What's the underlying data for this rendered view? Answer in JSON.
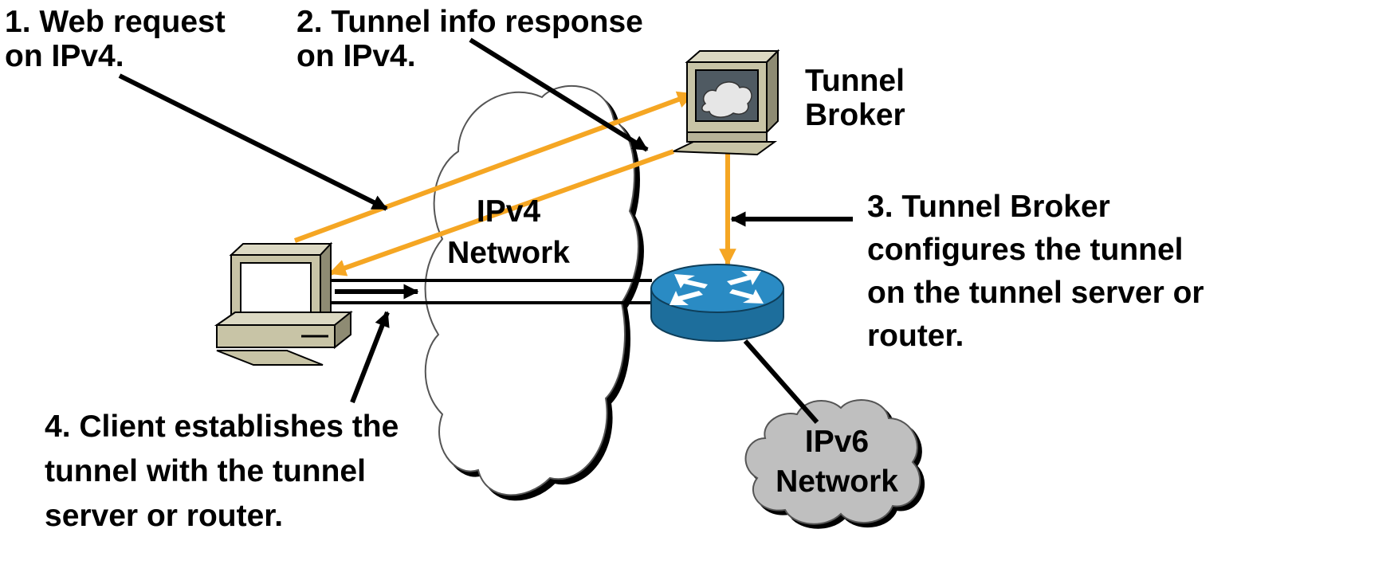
{
  "labels": {
    "step1": [
      "1.  Web request",
      "on IPv4."
    ],
    "step2": [
      "2. Tunnel info response",
      "on IPv4."
    ],
    "tunnel_broker": [
      "Tunnel",
      "Broker"
    ],
    "step3": [
      "3. Tunnel Broker",
      "configures the tunnel",
      "on the tunnel server or",
      "router."
    ],
    "step4": [
      "4. Client establishes the",
      "tunnel with the tunnel",
      "server or router."
    ],
    "ipv4_network": [
      "IPv4",
      "Network"
    ],
    "ipv6_network": [
      "IPv6",
      "Network"
    ]
  },
  "colors": {
    "ipv4_flow": "#F5A623",
    "connector": "#000000",
    "cloud_ipv4": "#FFFFFF",
    "cloud_ipv6": "#BFBFBF",
    "router_body": "#1F7FB5",
    "computer_beige": "#C8C4A6"
  },
  "icons": {
    "client": "desktop-computer-icon",
    "broker": "workstation-icon",
    "router": "router-icon"
  }
}
